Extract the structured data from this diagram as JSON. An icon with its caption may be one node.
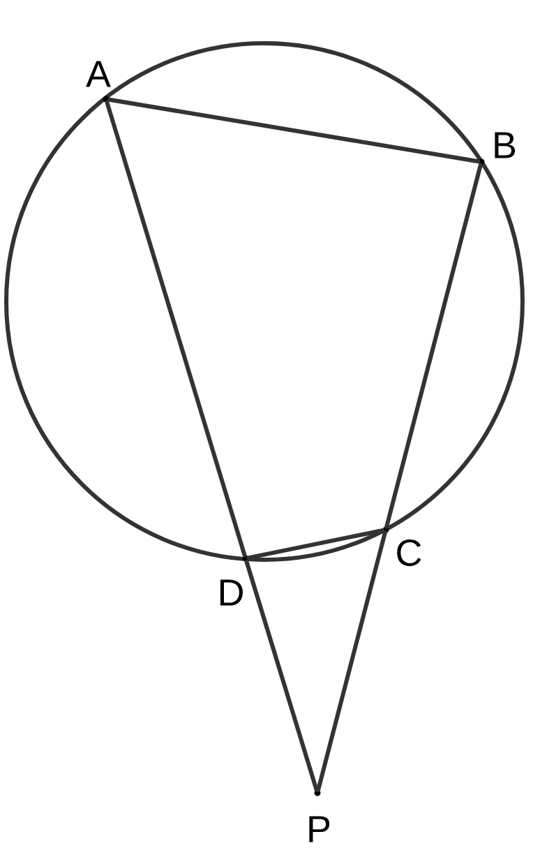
{
  "diagram": {
    "nodes": [
      {
        "text": [
          "A"
        ]
      },
      {
        "text": [
          "B"
        ]
      },
      {
        "text": [
          "C"
        ]
      },
      {
        "text": [
          "D"
        ]
      },
      {
        "text": [
          "P"
        ]
      }
    ],
    "edges": [
      {
        "from": 0,
        "to": 1,
        "arrow": "none"
      },
      {
        "from": 0,
        "to": 3,
        "arrow": "none"
      },
      {
        "from": 3,
        "to": 4,
        "arrow": "none"
      },
      {
        "from": 1,
        "to": 2,
        "arrow": "none"
      },
      {
        "from": 2,
        "to": 4,
        "arrow": "none"
      },
      {
        "from": 3,
        "to": 2,
        "arrow": "none"
      }
    ]
  }
}
